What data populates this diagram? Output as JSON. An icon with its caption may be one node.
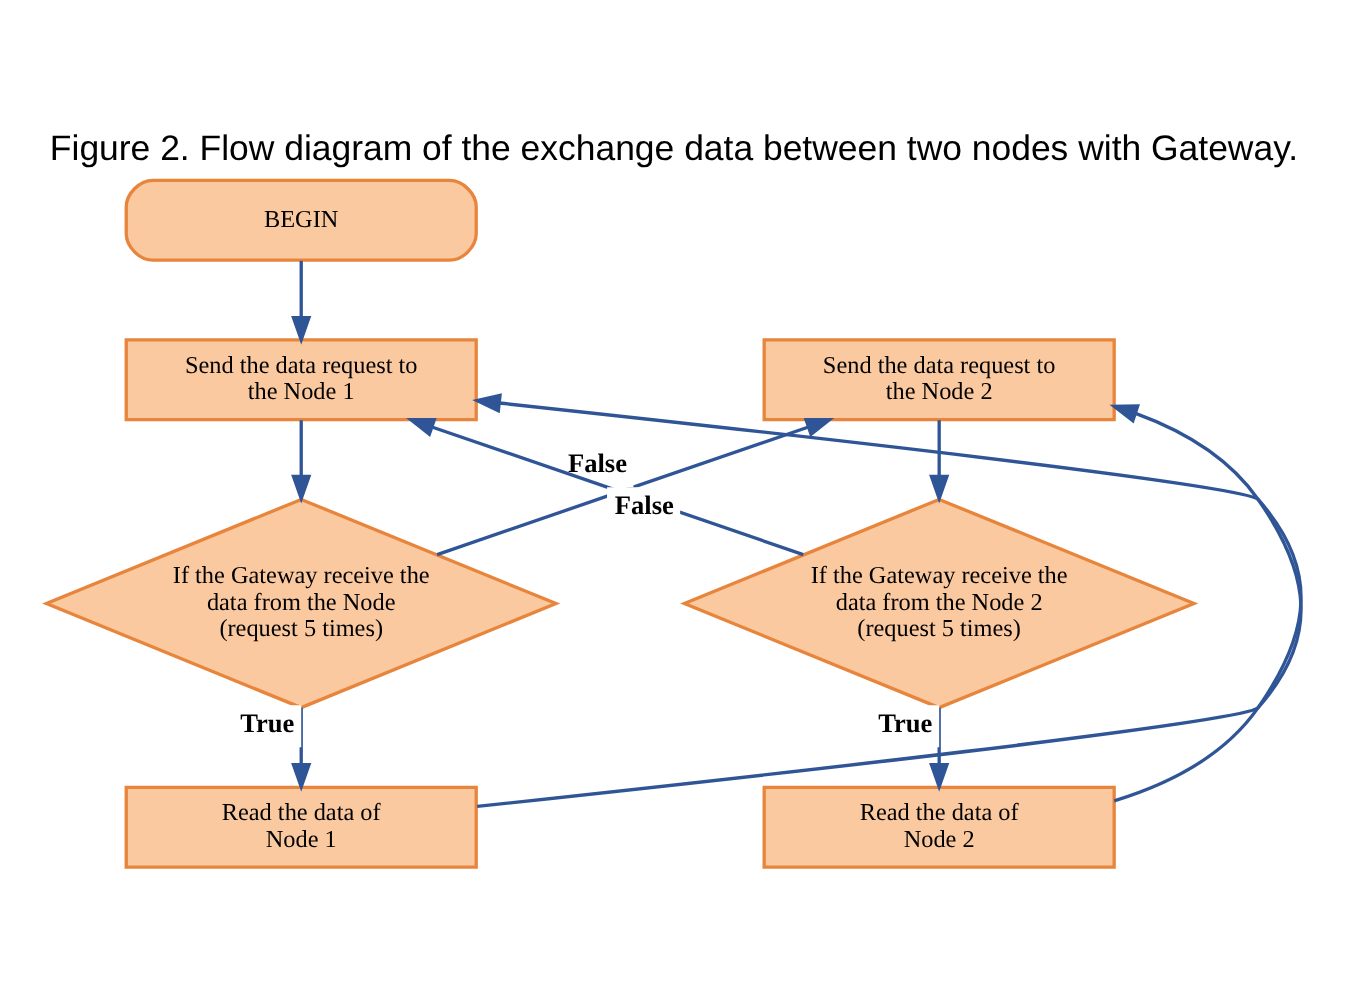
{
  "diagram": {
    "title": "Figure 2. Flow diagram of the exchange data between two nodes with Gateway.",
    "nodes": [
      {
        "text": [
          "BEGIN"
        ]
      },
      {
        "text": [
          "Send the data request to the Node 1"
        ]
      },
      {
        "text": [
          "If the Gateway receive the data from the Node (request 5 times)"
        ]
      },
      {
        "text": [
          "Read the data of Node 1"
        ]
      },
      {
        "text": [
          "Send the data request to the Node 2"
        ]
      },
      {
        "text": [
          "If the Gateway receive the data from the Node 2 (request 5 times)"
        ]
      },
      {
        "text": [
          "Read the data of Node 2"
        ]
      }
    ],
    "edges": [
      {
        "from": 0,
        "to": 1,
        "arrow": "to"
      },
      {
        "from": 1,
        "to": 2,
        "arrow": "to"
      },
      {
        "from": 2,
        "to": 3,
        "label": "True",
        "arrow": "to"
      },
      {
        "from": 2,
        "to": 4,
        "label": "False",
        "arrow": "to"
      },
      {
        "from": 3,
        "to": 4,
        "arrow": "to"
      },
      {
        "from": 4,
        "to": 5,
        "arrow": "to"
      },
      {
        "from": 5,
        "to": 6,
        "label": "True",
        "arrow": "to"
      },
      {
        "from": 5,
        "to": 1,
        "label": "False",
        "arrow": "to"
      },
      {
        "from": 6,
        "to": 1,
        "arrow": "to"
      }
    ]
  }
}
